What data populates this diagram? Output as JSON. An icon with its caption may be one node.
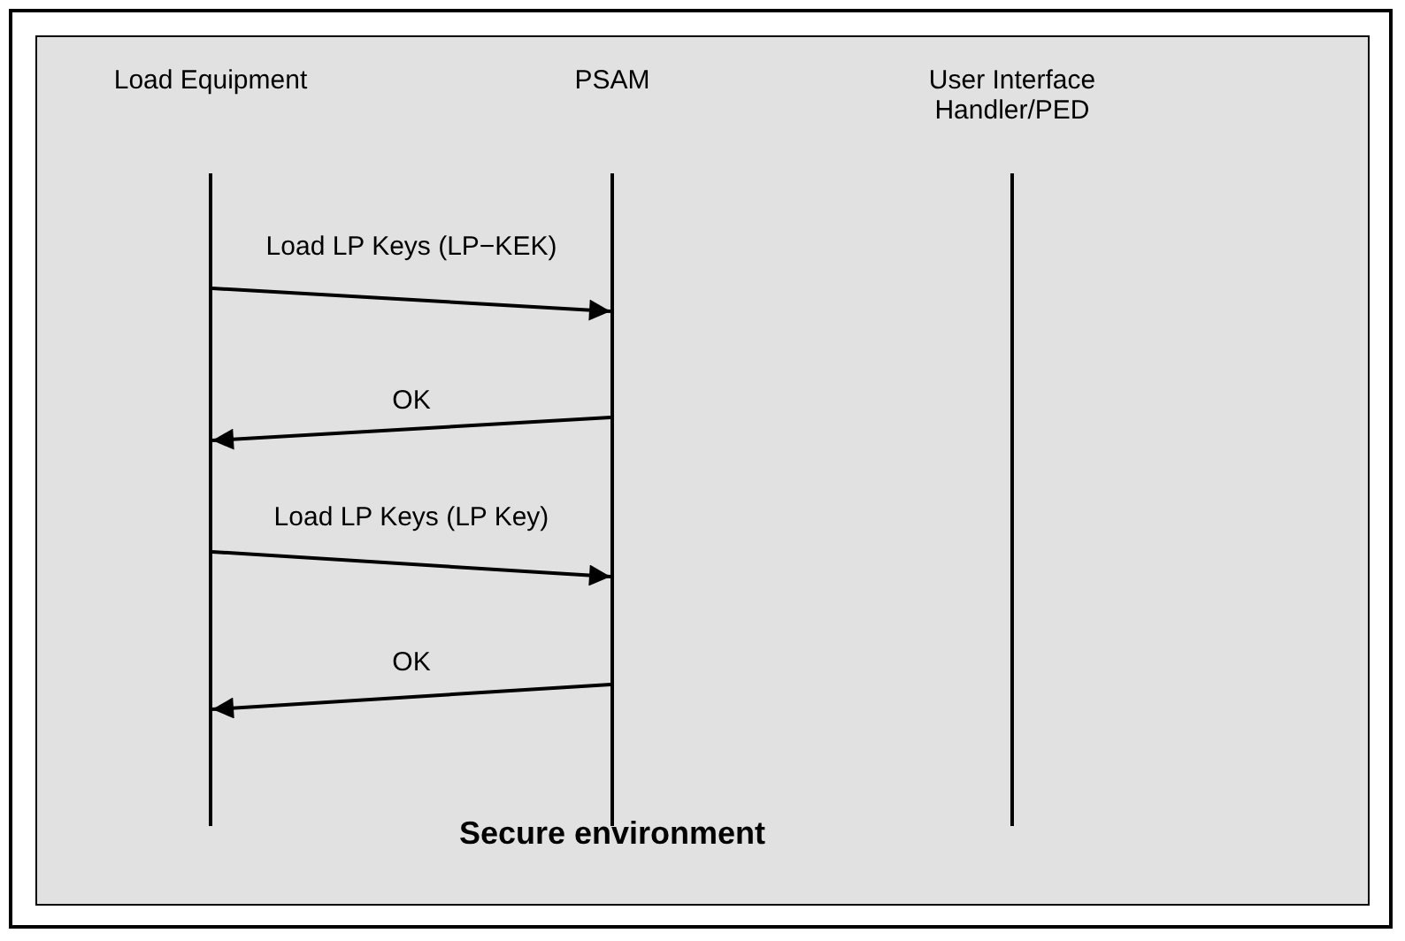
{
  "diagram": {
    "nodes": [
      {
        "text": [
          "Secure environment"
        ]
      },
      {
        "text": [
          "Load Equipment"
        ],
        "in": 0
      },
      {
        "text": [
          "PSAM"
        ],
        "in": 0
      },
      {
        "text": [
          "User Interface Handler/PED"
        ],
        "in": 0
      }
    ],
    "edges": [
      {
        "from": 1,
        "to": 2,
        "arrow": "to",
        "label": "Load LP Keys (LP−KEK)"
      },
      {
        "from": 2,
        "to": 1,
        "arrow": "to",
        "label": "OK"
      },
      {
        "from": 1,
        "to": 2,
        "arrow": "to",
        "label": "Load LP Keys (LP Key)"
      },
      {
        "from": 2,
        "to": 1,
        "arrow": "to",
        "label": "OK"
      }
    ]
  }
}
